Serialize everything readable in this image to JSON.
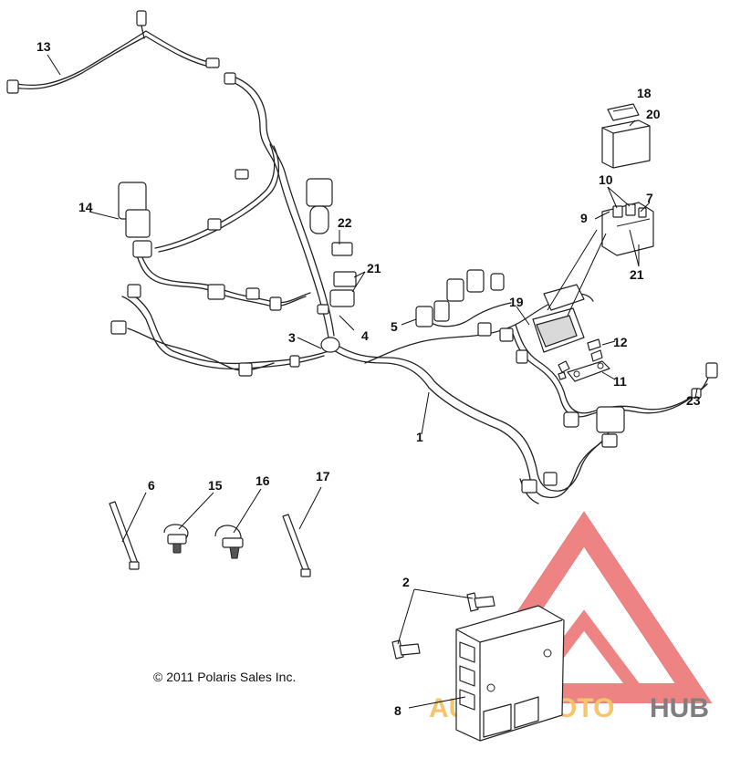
{
  "copyright": "© 2011 Polaris Sales Inc.",
  "callouts": [
    "1",
    "2",
    "3",
    "4",
    "5",
    "6",
    "7",
    "8",
    "9",
    "10",
    "11",
    "12",
    "13",
    "14",
    "15",
    "16",
    "17",
    "18",
    "19",
    "20",
    "21",
    "21",
    "22",
    "23"
  ],
  "watermark": {
    "word1": "AUTO",
    "word2": "MOTO",
    "word3": "HUB",
    "color_triangle": "#e85a5a",
    "color_auto": "#f2b23a",
    "color_hub": "#555555"
  }
}
